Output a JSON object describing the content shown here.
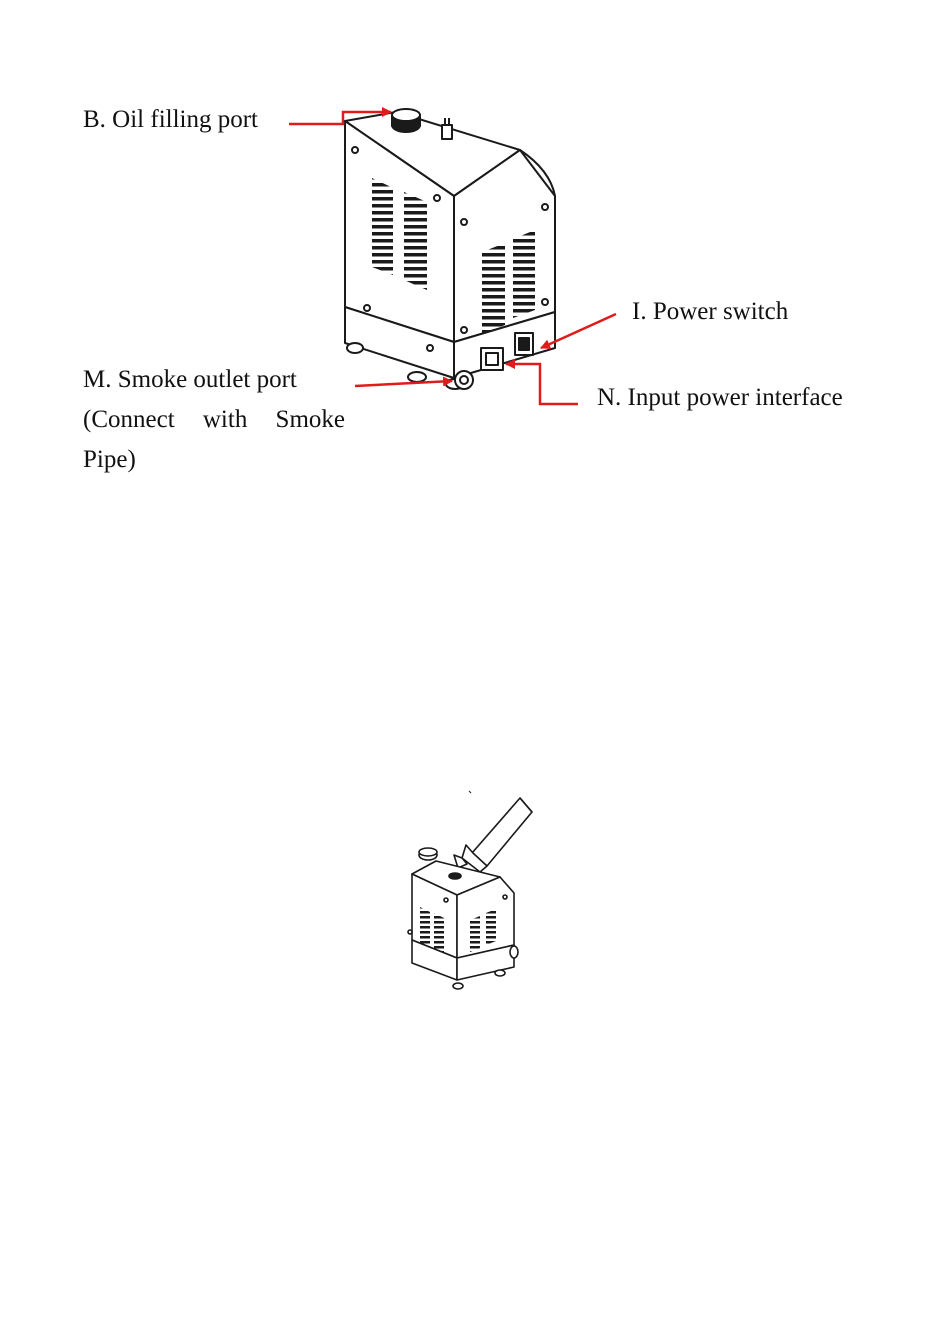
{
  "labels": {
    "oil_filling_port": "B. Oil filling port",
    "power_switch": "I. Power switch",
    "input_power_interface": "N. Input power interface",
    "smoke_outlet_line1": "M. Smoke outlet port",
    "smoke_outlet_line2": "(Connect with Smoke",
    "smoke_outlet_line3": "Pipe)"
  },
  "colors": {
    "callout": "#e01b1b",
    "outline": "#1a1a1a"
  }
}
